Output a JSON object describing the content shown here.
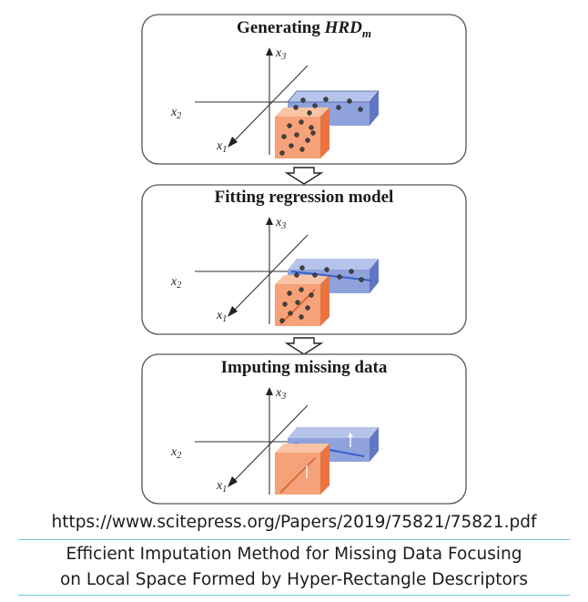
{
  "panels": [
    {
      "title_plain": "Generating ",
      "title_italic": "HRD",
      "title_sub": "m"
    },
    {
      "title_plain": "Fitting regression model",
      "title_italic": "",
      "title_sub": ""
    },
    {
      "title_plain": "Imputing missing data",
      "title_italic": "",
      "title_sub": ""
    }
  ],
  "axis_labels": {
    "x1": "x",
    "x1_sub": "1",
    "x2": "x",
    "x2_sub": "2",
    "x3": "x",
    "x3_sub": "3"
  },
  "caption": {
    "url": "https://www.scitepress.org/Papers/2019/75821/75821.pdf",
    "title_line1": "Efficient Imputation Method for Missing Data Focusing",
    "title_line2": "on Local Space Formed by Hyper-Rectangle Descriptors"
  },
  "colors": {
    "orange_front": "#f5a27a",
    "orange_side": "#e8743f",
    "orange_top": "#f9c4a6",
    "blue_front": "#8fa2dc",
    "blue_top": "#b6c3ea",
    "blue_side": "#6077c2",
    "regression_line": "#3a5fc8",
    "caption_rule": "#6fc6dc"
  }
}
